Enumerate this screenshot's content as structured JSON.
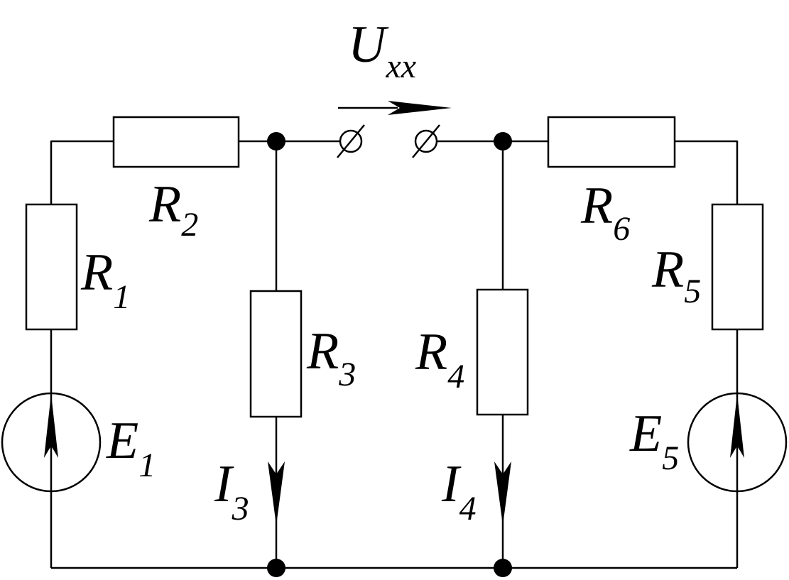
{
  "diagram": {
    "voltage": {
      "main": "U",
      "sub": "xx"
    },
    "resistors": {
      "r1": {
        "main": "R",
        "sub": "1"
      },
      "r2": {
        "main": "R",
        "sub": "2"
      },
      "r3": {
        "main": "R",
        "sub": "3"
      },
      "r4": {
        "main": "R",
        "sub": "4"
      },
      "r5": {
        "main": "R",
        "sub": "5"
      },
      "r6": {
        "main": "R",
        "sub": "6"
      }
    },
    "sources": {
      "e1": {
        "main": "E",
        "sub": "1"
      },
      "e5": {
        "main": "E",
        "sub": "5"
      }
    },
    "currents": {
      "i3": {
        "main": "I",
        "sub": "3"
      },
      "i4": {
        "main": "I",
        "sub": "4"
      }
    }
  }
}
